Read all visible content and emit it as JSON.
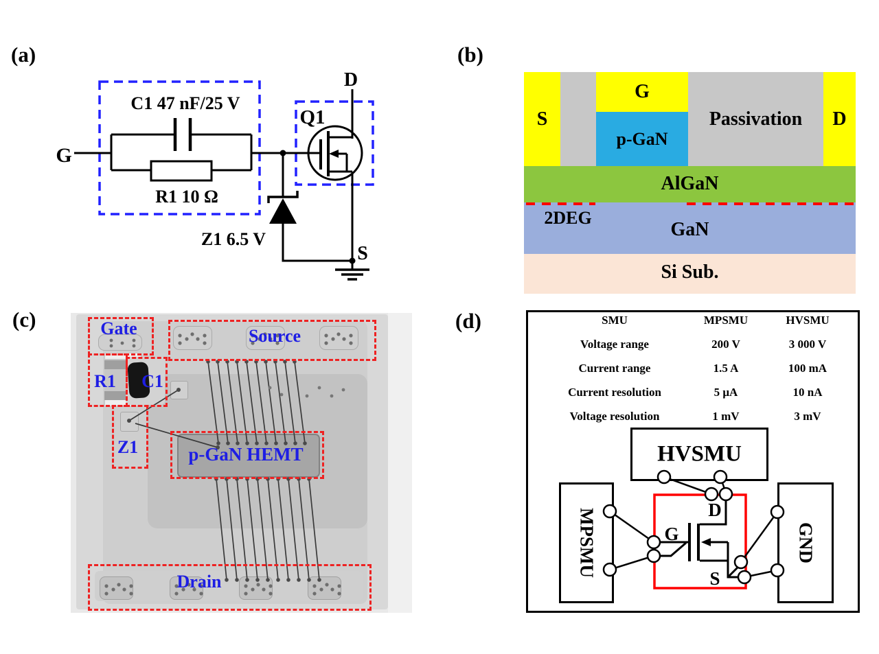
{
  "figure": {
    "panel_a": {
      "label": "(a)",
      "gate": "G",
      "drain": "D",
      "source": "S",
      "transistor": "Q1",
      "capacitor": "C1 47 nF/25 V",
      "resistor": "R1 10 Ω",
      "zener": "Z1 6.5 V"
    },
    "panel_b": {
      "label": "(b)",
      "source": "S",
      "gate": "G",
      "drain": "D",
      "p_gan": "p-GaN",
      "passivation": "Passivation",
      "algan": "AlGaN",
      "two_deg": "2DEG",
      "gan": "GaN",
      "substrate": "Si Sub."
    },
    "panel_c": {
      "label": "(c)",
      "gate": "Gate",
      "source": "Source",
      "r1": "R1",
      "c1": "C1",
      "z1": "Z1",
      "hemt": "p-GaN HEMT",
      "drain": "Drain"
    },
    "panel_d": {
      "label": "(d)",
      "table": {
        "col_headers": [
          "SMU",
          "MPSMU",
          "HVSMU"
        ],
        "rows": [
          {
            "param": "Voltage range",
            "mpsmu": "200 V",
            "hvsmu": "3 000 V"
          },
          {
            "param": "Current range",
            "mpsmu": "1.5 A",
            "hvsmu": "100 mA"
          },
          {
            "param": "Current resolution",
            "mpsmu": "5 μA",
            "hvsmu": "10 nA"
          },
          {
            "param": "Voltage resolution",
            "mpsmu": "1 mV",
            "hvsmu": "3 mV"
          }
        ]
      },
      "diagram": {
        "hvsmu": "HVSMU",
        "mpsmu": "MPSMU",
        "gnd": "GND",
        "drain": "D",
        "gate": "G",
        "source": "S"
      }
    },
    "colors": {
      "contact_yellow": "#FFFF00",
      "passivation_gray": "#C7C7C7",
      "p_gan_cyan": "#29ABE2",
      "algan_green": "#8CC63F",
      "gan_blue": "#9AAEDC",
      "substrate_peach": "#FBE5D6",
      "deg_line_red": "#FF0000",
      "annotation_box_red": "#EE2222",
      "annotation_text_blue": "#1E1EE4",
      "circuit_dash_blue": "#2222FF",
      "dut_box_red": "#FF0000"
    }
  }
}
